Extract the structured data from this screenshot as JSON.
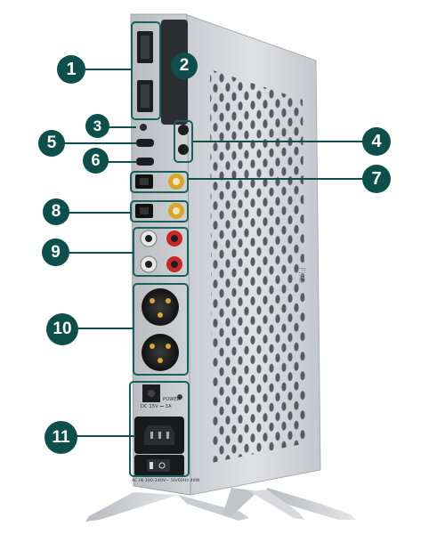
{
  "device": {
    "description_hidden": false,
    "brand_mark": "FiiO",
    "power_label": "POWER",
    "dc_label": "DC 15V ⎓ 3A",
    "rating_label": "AC IN  100-240V~ 50/60Hz 40W"
  },
  "callouts": [
    {
      "number": "1"
    },
    {
      "number": "2"
    },
    {
      "number": "3"
    },
    {
      "number": "4"
    },
    {
      "number": "5"
    },
    {
      "number": "6"
    },
    {
      "number": "7"
    },
    {
      "number": "8"
    },
    {
      "number": "9"
    },
    {
      "number": "10"
    },
    {
      "number": "11"
    }
  ],
  "colors": {
    "accent": "#0e4f4c",
    "frame": "#17605c",
    "chassis": "#d2d5d9",
    "panel": "#c4c7cb",
    "rca_red": "#c8262b",
    "coax_gold": "#d9a52a"
  },
  "icons": [
    "hdmi-port-icon",
    "usb-c-port-icon",
    "optical-port-icon",
    "coaxial-port-icon",
    "xlr-port-icon",
    "iec-power-inlet-icon",
    "power-switch-icon",
    "dc-jack-icon"
  ]
}
